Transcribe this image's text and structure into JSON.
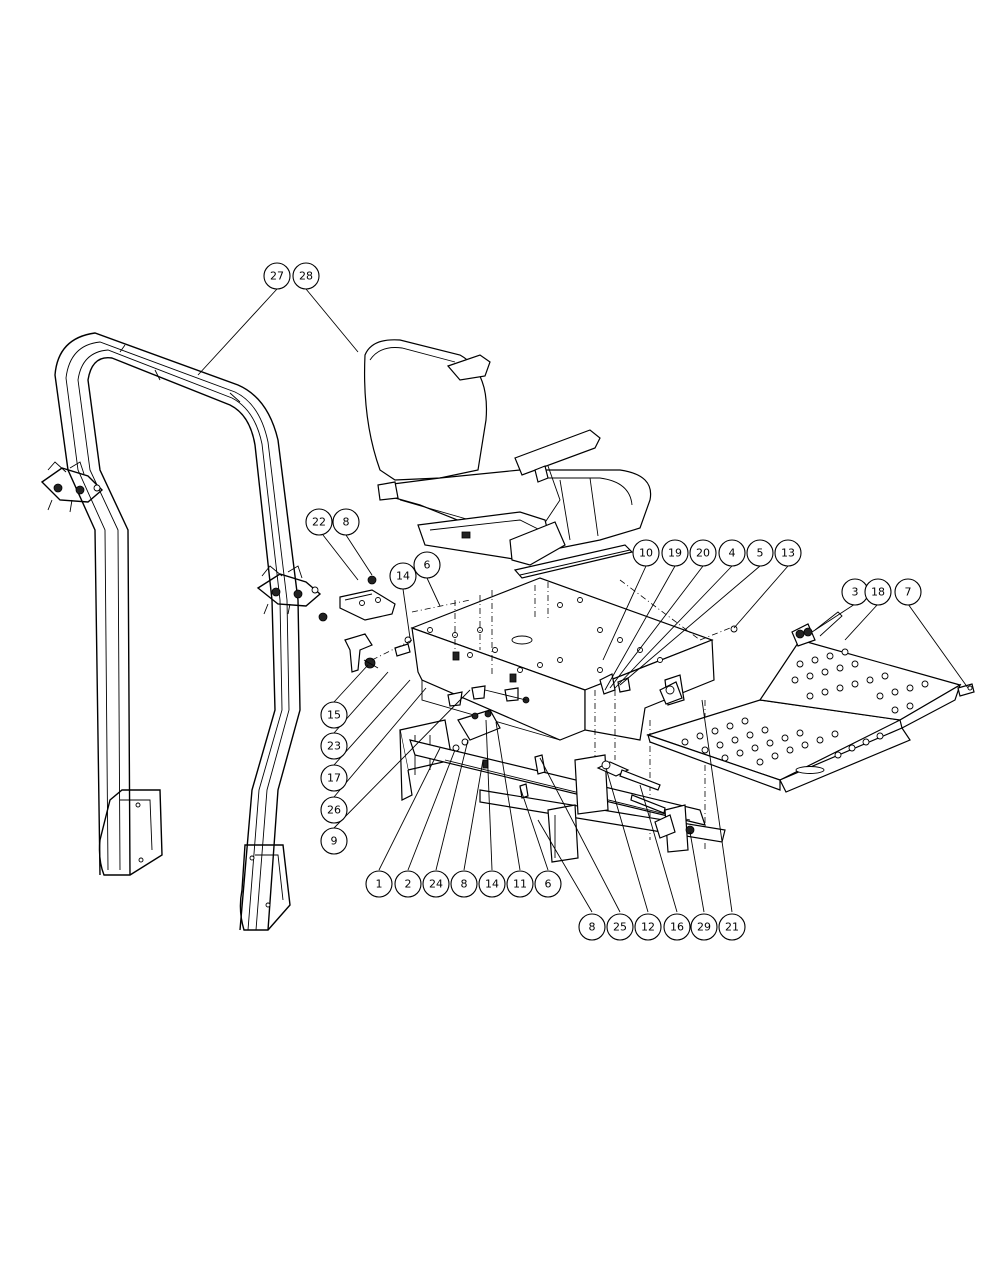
{
  "callouts": [
    "27",
    "28",
    "22",
    "8",
    "14",
    "6",
    "15",
    "23",
    "17",
    "26",
    "9",
    "1",
    "2",
    "24",
    "8",
    "14",
    "11",
    "6",
    "8",
    "25",
    "12",
    "16",
    "29",
    "21",
    "10",
    "19",
    "20",
    "4",
    "5",
    "13",
    "3",
    "18",
    "7"
  ]
}
